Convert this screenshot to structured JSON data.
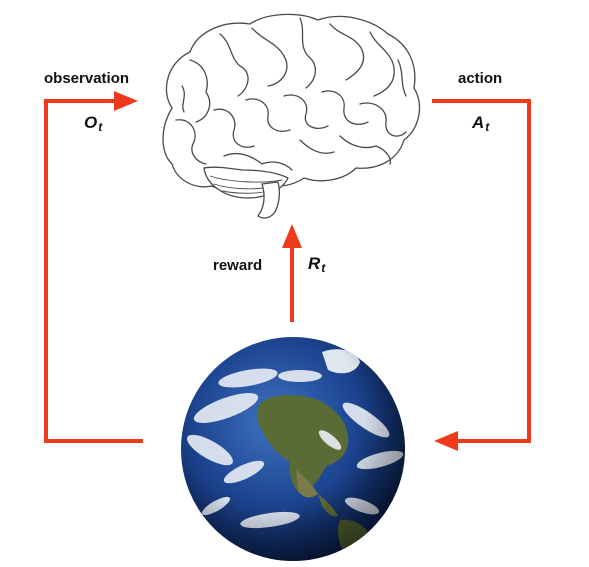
{
  "labels": {
    "observation": "observation",
    "observation_symbol": "O",
    "observation_subscript": "t",
    "action": "action",
    "action_symbol": "A",
    "action_subscript": "t",
    "reward": "reward",
    "reward_symbol": "R",
    "reward_subscript": "t"
  },
  "colors": {
    "arrow": "#ee3a1b",
    "ocean": "#1b3f86",
    "land": "#5b6b36",
    "cloud": "#e9eef5",
    "brain_stroke": "#4a4a4a"
  },
  "icons": {
    "agent": "brain-icon",
    "environment": "earth-globe-icon"
  }
}
